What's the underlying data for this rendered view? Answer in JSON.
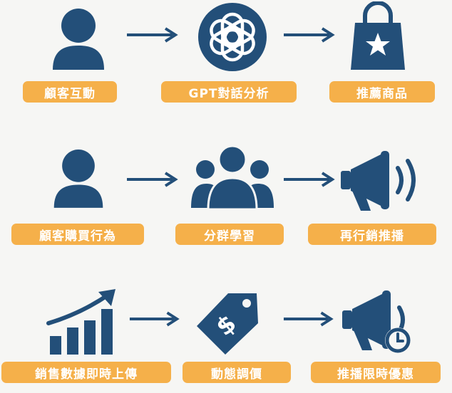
{
  "colors": {
    "icon": "#234f79",
    "label_bg": "#f5b04a",
    "label_text": "#ffffff",
    "background": "#f6f6f4"
  },
  "rows": [
    {
      "steps": [
        {
          "label": "顧客互動",
          "icon": "person-icon"
        },
        {
          "label": "GPT對話分析",
          "icon": "openai-icon"
        },
        {
          "label": "推薦商品",
          "icon": "shopping-bag-star-icon"
        }
      ]
    },
    {
      "steps": [
        {
          "label": "顧客購買行為",
          "icon": "person-icon"
        },
        {
          "label": "分群學習",
          "icon": "group-icon"
        },
        {
          "label": "再行銷推播",
          "icon": "megaphone-icon"
        }
      ]
    },
    {
      "steps": [
        {
          "label": "銷售數據即時上傳",
          "icon": "growth-chart-icon"
        },
        {
          "label": "動態調價",
          "icon": "price-tag-icon"
        },
        {
          "label": "推播限時優惠",
          "icon": "megaphone-clock-icon"
        }
      ]
    }
  ]
}
